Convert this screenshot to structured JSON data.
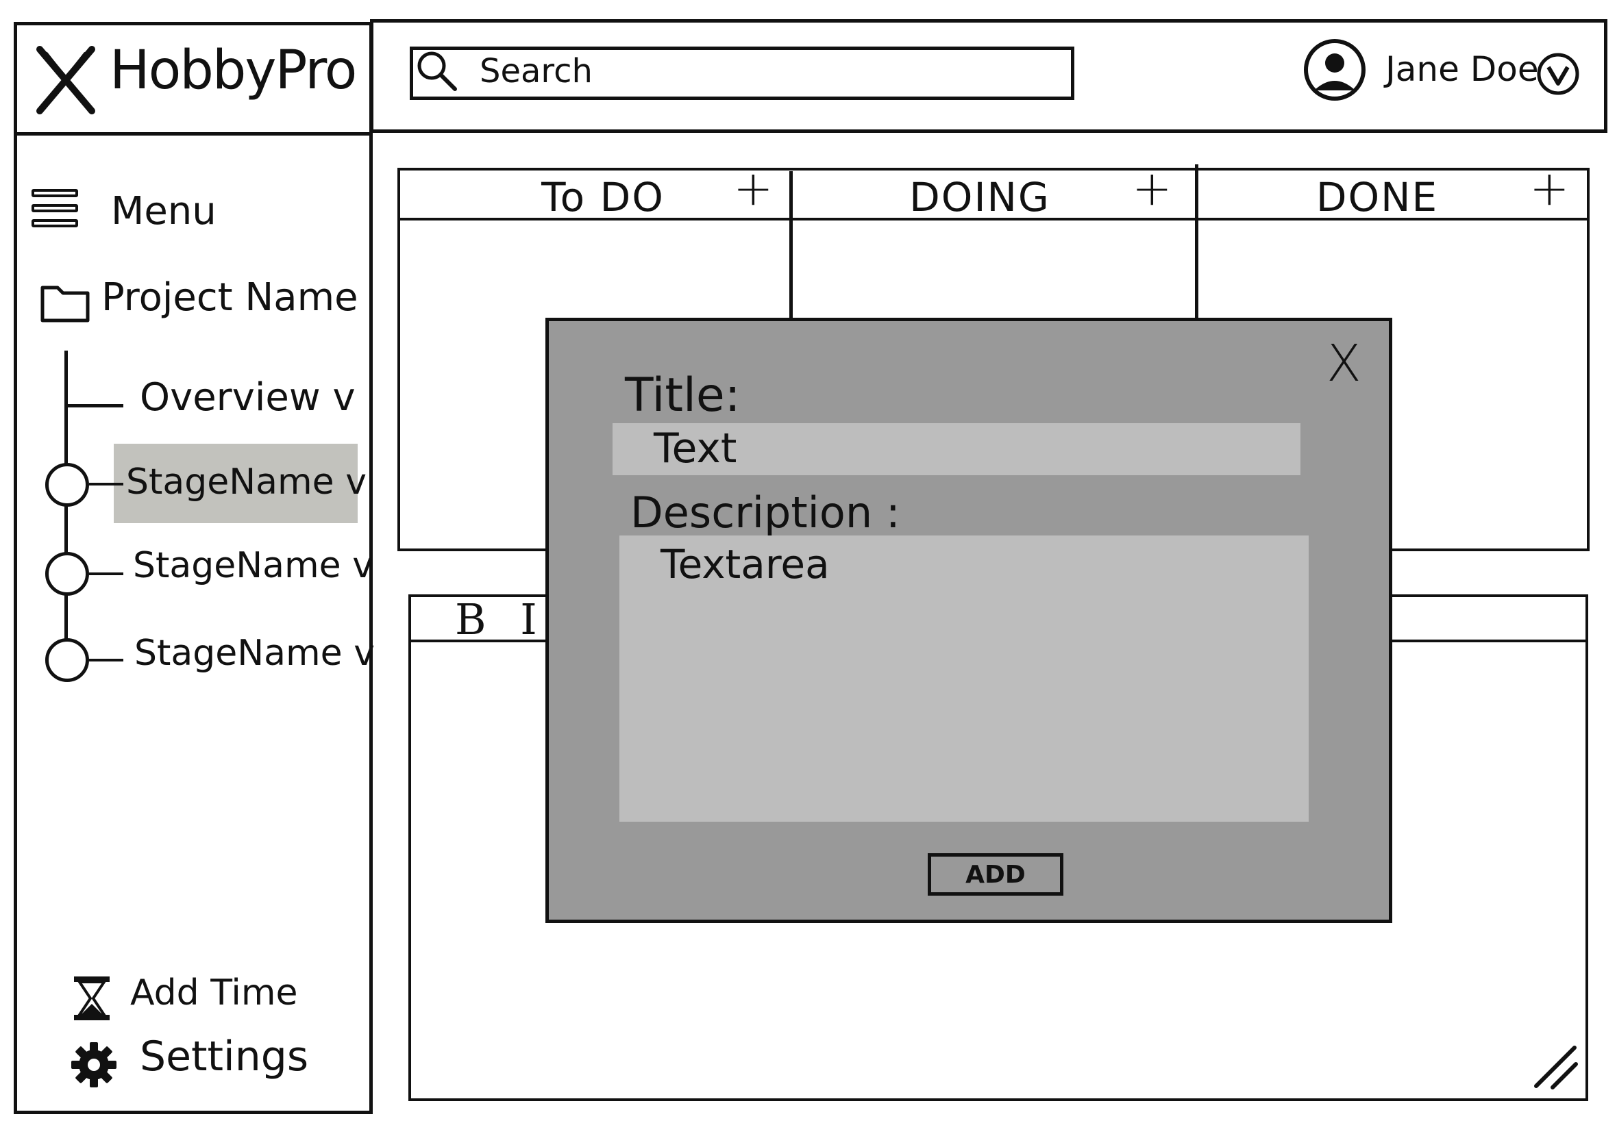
{
  "app": {
    "brand": "HobbyPro"
  },
  "header": {
    "search_placeholder": "Search",
    "user_name": "Jane Doe"
  },
  "sidebar": {
    "menu_label": "Menu",
    "project_label": "Project Name",
    "overview_label": "Overview",
    "stages": [
      {
        "label": "StageName",
        "selected": true
      },
      {
        "label": "StageName",
        "selected": false
      },
      {
        "label": "StageName",
        "selected": false
      }
    ],
    "add_time_label": "Add Time",
    "settings_label": "Settings"
  },
  "kanban": {
    "columns": [
      {
        "title": "To DO",
        "add": "+"
      },
      {
        "title": "DOING",
        "add": "+"
      },
      {
        "title": "DONE",
        "add": "+"
      }
    ]
  },
  "editor": {
    "bold": "B",
    "italic": "I"
  },
  "modal": {
    "close": "X",
    "title_label": "Title:",
    "title_value": "Text",
    "description_label": "Description :",
    "description_value": "Textarea",
    "add_button": "ADD"
  },
  "colors": {
    "line": "#111111",
    "modal_bg": "#999999",
    "field_bg": "#bdbdbd",
    "selected_bg": "#c2c2bd"
  },
  "icons": {
    "logo": "crossed-tools-icon",
    "search": "search-icon",
    "avatar": "avatar-icon",
    "user_dropdown": "chevron-down-circle-icon",
    "menu": "hamburger-icon",
    "project": "folder-icon",
    "add_time": "hourglass-icon",
    "settings": "gear-icon",
    "resize": "resize-handle-icon"
  }
}
